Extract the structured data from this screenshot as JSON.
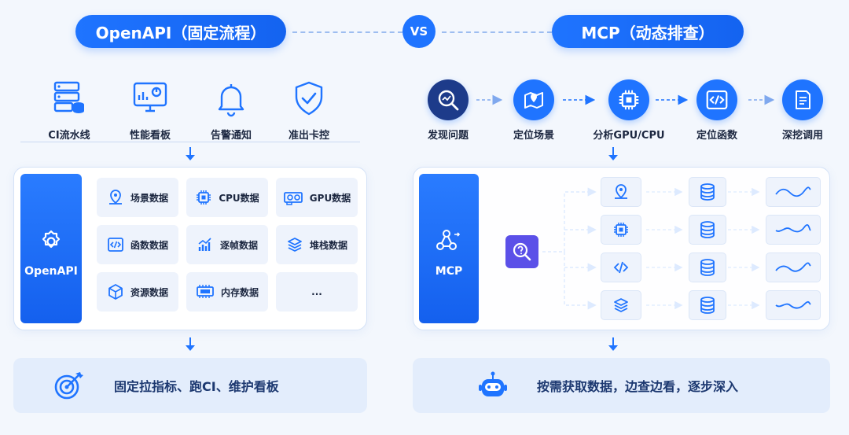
{
  "header": {
    "left_title": "OpenAPI（固定流程）",
    "vs": "VS",
    "right_title": "MCP（动态排查）"
  },
  "left": {
    "tools": [
      {
        "label": "CI流水线",
        "icon": "server-database-icon"
      },
      {
        "label": "性能看板",
        "icon": "monitor-chart-icon"
      },
      {
        "label": "告警通知",
        "icon": "bell-icon"
      },
      {
        "label": "准出卡控",
        "icon": "shield-check-icon"
      }
    ],
    "panel_label": "OpenAPI",
    "cells": [
      {
        "label": "场景数据",
        "icon": "map-pin-icon"
      },
      {
        "label": "CPU数据",
        "icon": "chip-icon"
      },
      {
        "label": "GPU数据",
        "icon": "gpu-card-icon"
      },
      {
        "label": "函数数据",
        "icon": "code-icon"
      },
      {
        "label": "逐帧数据",
        "icon": "bar-chart-icon"
      },
      {
        "label": "堆栈数据",
        "icon": "layers-icon"
      },
      {
        "label": "资源数据",
        "icon": "cube-icon"
      },
      {
        "label": "内存数据",
        "icon": "memory-icon"
      },
      {
        "label": "...",
        "icon": ""
      }
    ],
    "bottom_text": "固定拉指标、跑CI、维护看板"
  },
  "right": {
    "steps": [
      {
        "label": "发现问题",
        "icon": "search-chart-icon"
      },
      {
        "label": "定位场景",
        "icon": "map-pin-icon"
      },
      {
        "label": "分析GPU/CPU",
        "icon": "chip-icon"
      },
      {
        "label": "定位函数",
        "icon": "code-icon"
      },
      {
        "label": "深挖调用",
        "icon": "document-icon"
      }
    ],
    "panel_label": "MCP",
    "rows": [
      "map-pin-icon",
      "chip-icon",
      "code-icon",
      "layers-icon"
    ],
    "bottom_text": "按需获取数据，边查边看，逐步深入"
  },
  "colors": {
    "accent": "#1f74ff",
    "dark_step": "#1d3b8a",
    "query": "#5b50e8",
    "background": "#f3f7fd"
  }
}
